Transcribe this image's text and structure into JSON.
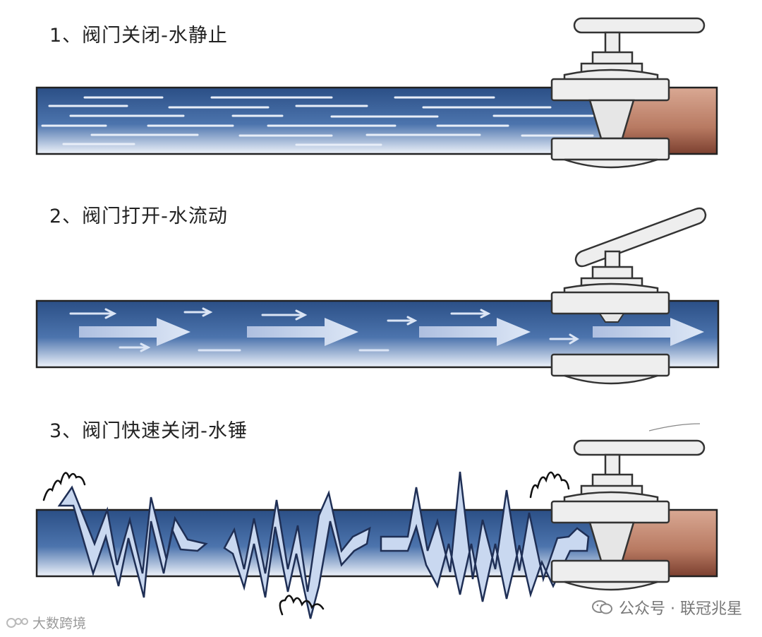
{
  "panels": [
    {
      "title": "1、阀门关闭-水静止"
    },
    {
      "title": "2、阀门打开-水流动"
    },
    {
      "title": "3、阀门快速关闭-水锤"
    }
  ],
  "watermarks": {
    "right_text": "公众号 · 联冠兆星",
    "left_text": "大数跨境"
  },
  "colors": {
    "water_dark": "#2b4f86",
    "water_light": "#e6edf7",
    "valve_fill": "#eeeeee",
    "valve_stroke": "#333333",
    "copper_dark": "#8c4f3c",
    "copper_light": "#c99380",
    "arrow_fill": "#c9d8f0"
  }
}
